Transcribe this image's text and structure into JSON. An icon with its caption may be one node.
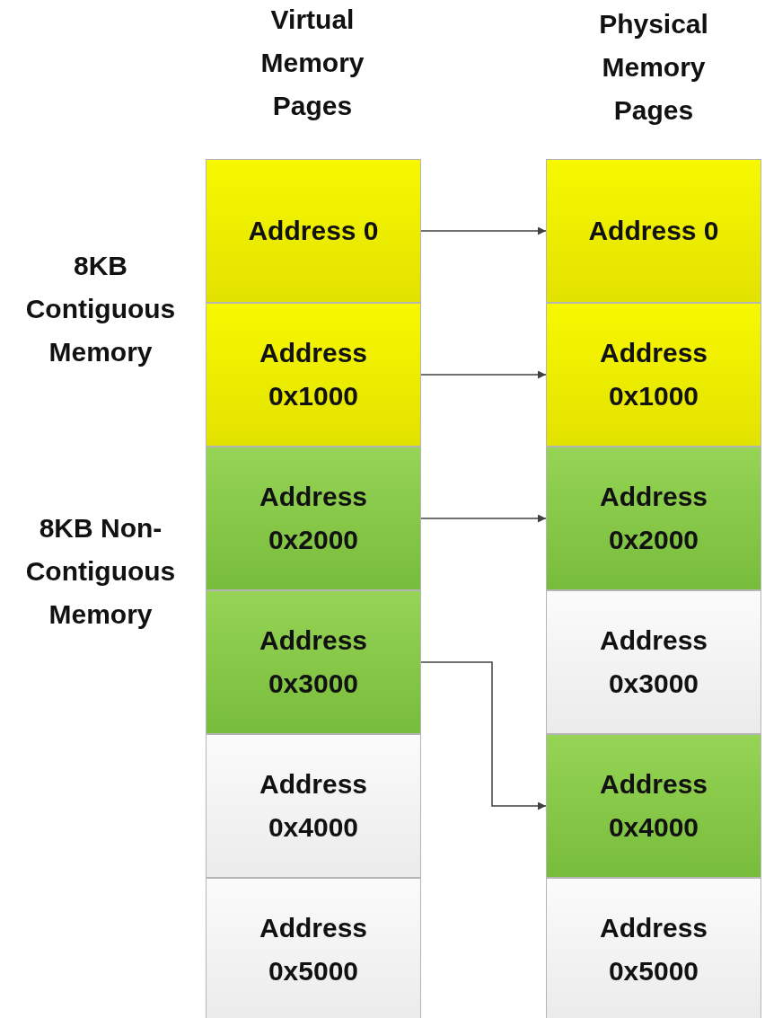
{
  "diagram": {
    "nodes": [
      {
        "text": [
          "Address 0"
        ]
      },
      {
        "text": [
          "Address 0x1000"
        ]
      },
      {
        "text": [
          "Address 0x2000"
        ]
      },
      {
        "text": [
          "Address 0x3000"
        ]
      },
      {
        "text": [
          "Address 0x4000"
        ]
      },
      {
        "text": [
          "Address 0x5000"
        ]
      },
      {
        "text": [
          "Address 0"
        ]
      },
      {
        "text": [
          "Address 0x1000"
        ]
      },
      {
        "text": [
          "Address 0x2000"
        ]
      },
      {
        "text": [
          "Address 0x3000"
        ]
      },
      {
        "text": [
          "Address 0x4000"
        ]
      },
      {
        "text": [
          "Address 0x5000"
        ]
      }
    ],
    "edges": [
      {
        "from": 0,
        "to": 6,
        "arrow": "to"
      },
      {
        "from": 1,
        "to": 7,
        "arrow": "to"
      },
      {
        "from": 2,
        "to": 8,
        "arrow": "to"
      },
      {
        "from": 3,
        "to": 10,
        "arrow": "to"
      }
    ],
    "labels": [
      "Virtual Memory Pages",
      "Physical Memory Pages",
      "8KB Contiguous Memory",
      "8KB Non-Contiguous Memory"
    ]
  }
}
